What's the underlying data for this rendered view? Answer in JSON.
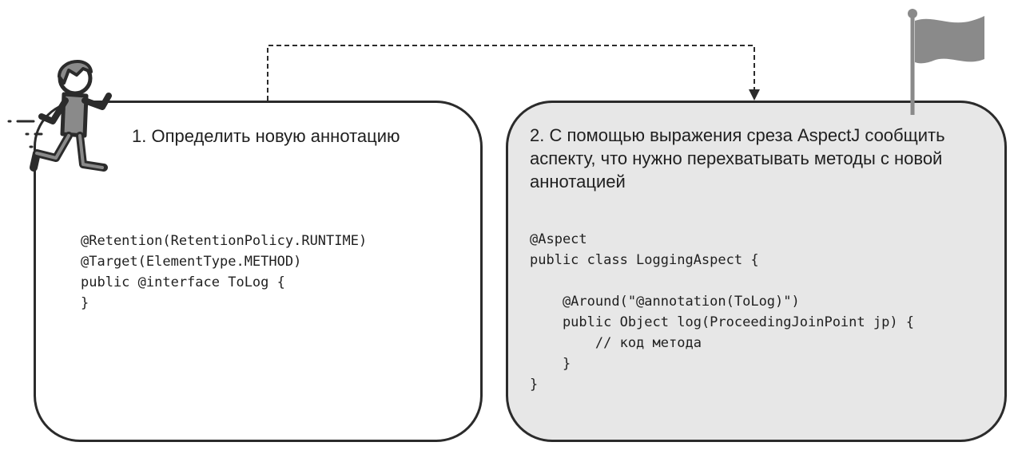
{
  "step1": {
    "heading": "1. Определить новую аннотацию",
    "code": "@Retention(RetentionPolicy.RUNTIME)\n@Target(ElementType.METHOD)\npublic @interface ToLog {\n}"
  },
  "step2": {
    "heading": "2. С помощью выражения среза AspectJ сообщить аспекту, что нужно перехватывать методы с  новой аннотацией",
    "code": "@Aspect\npublic class LoggingAspect {\n\n    @Around(\"@annotation(ToLog)\")\n    public Object log(ProceedingJoinPoint jp) {\n        // код метода\n    }\n}"
  },
  "icons": {
    "start": "running-person-icon",
    "finish": "flag-icon"
  },
  "colors": {
    "outline": "#2b2b2b",
    "box2_fill": "#e7e7e7",
    "icon_gray": "#8a8a8a"
  }
}
